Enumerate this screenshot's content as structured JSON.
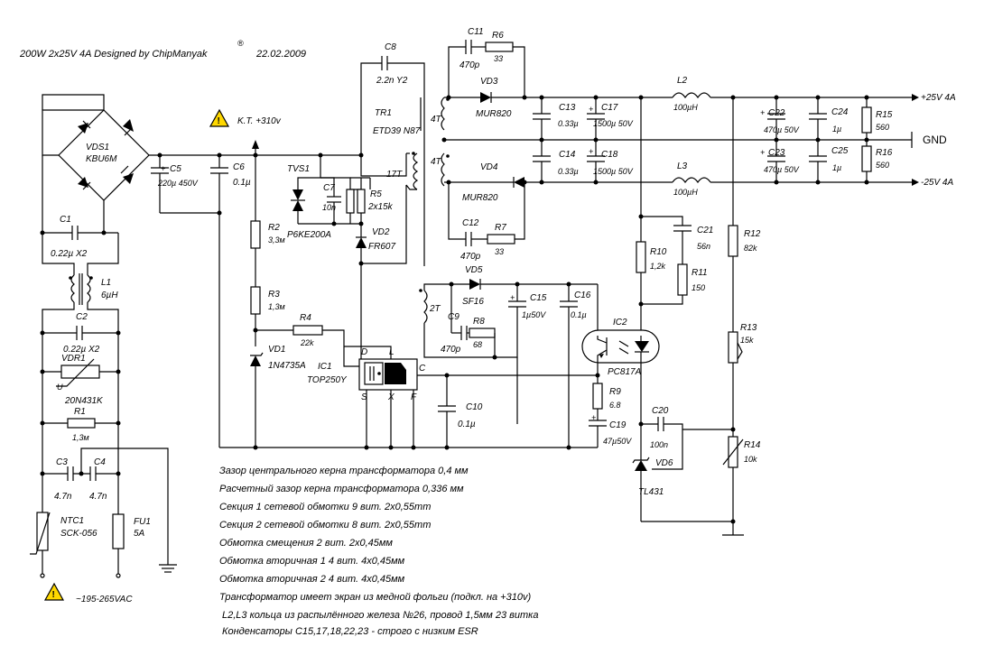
{
  "title": "200W 2x25V 4A Designed by ChipManyak",
  "title_mark": "®",
  "date": "22.02.2009",
  "kt_label": "K.T. +310v",
  "ac_label": "~195-265VAC",
  "out_pos": "+25V 4A",
  "out_neg": "-25V 4A",
  "out_gnd": "GND",
  "comp": {
    "vds1_ref": "VDS1",
    "vds1_val": "KBU6M",
    "c5_ref": "C5",
    "c5_val": "220µ 450V",
    "c6_ref": "C6",
    "c6_val": "0.1µ",
    "c1_ref": "C1",
    "c1_val": "0.22µ X2",
    "l1_ref": "L1",
    "l1_val": "6µH",
    "c2_ref": "C2",
    "c2_val": "0.22µ X2",
    "vdr1_ref": "VDR1",
    "vdr1_u": "U",
    "vdr1_val": "20N431K",
    "r1_ref": "R1",
    "r1_val": "1,3м",
    "c3_ref": "C3",
    "c3_val": "4.7n",
    "c4_ref": "C4",
    "c4_val": "4.7n",
    "ntc1_ref": "NTC1",
    "ntc1_val": "SCK-056",
    "fu1_ref": "FU1",
    "fu1_val": "5A",
    "r2_ref": "R2",
    "r2_val": "3,3м",
    "r3_ref": "R3",
    "r3_val": "1,3м",
    "r4_ref": "R4",
    "r4_val": "22k",
    "vd1_ref": "VD1",
    "vd1_val": "1N4735A",
    "tvs1_ref": "TVS1",
    "tvs1_val": "P6KE200A",
    "c7_ref": "C7",
    "c7_val": "10n",
    "r5_ref": "R5",
    "r5_val": "2x15k",
    "vd2_ref": "VD2",
    "vd2_val": "FR607",
    "ic1_ref": "IC1",
    "ic1_val": "TOP250Y",
    "ic1_d": "D",
    "ic1_l": "L",
    "ic1_c": "C",
    "ic1_s": "S",
    "ic1_x": "X",
    "ic1_f": "F",
    "c8_ref": "C8",
    "c8_val": "2.2n Y2",
    "tr1_ref": "TR1",
    "tr1_val": "ETD39 N87",
    "w17": "17T",
    "w4a": "4T",
    "w4b": "4T",
    "w2": "2T",
    "c11_ref": "C11",
    "c11_val": "470p",
    "r6_ref": "R6",
    "r6_val": "33",
    "vd3_ref": "VD3",
    "vd3_val": "MUR820",
    "c13_ref": "C13",
    "c13_val": "0.33µ",
    "c17_ref": "C17",
    "c17_val": "1500µ 50V",
    "c14_ref": "C14",
    "c14_val": "0.33µ",
    "c18_ref": "C18",
    "c18_val": "1500µ 50V",
    "vd4_ref": "VD4",
    "vd4_val": "MUR820",
    "c12_ref": "C12",
    "c12_val": "470p",
    "r7_ref": "R7",
    "r7_val": "33",
    "l2_ref": "L2",
    "l2_val": "100µH",
    "l3_ref": "L3",
    "l3_val": "100µH",
    "c22_ref": "C22",
    "c22_val": "470µ 50V",
    "c23_ref": "C23",
    "c23_val": "470µ 50V",
    "c24_ref": "C24",
    "c24_val": "1µ",
    "c25_ref": "C25",
    "c25_val": "1µ",
    "r15_ref": "R15",
    "r15_val": "560",
    "r16_ref": "R16",
    "r16_val": "560",
    "vd5_ref": "VD5",
    "vd5_val": "SF16",
    "c15_ref": "C15",
    "c15_val": "1µ50V",
    "c16_ref": "C16",
    "c16_val": "0.1µ",
    "c9_ref": "C9",
    "c9_val": "470p",
    "r8_ref": "R8",
    "r8_val": "68",
    "c10_ref": "C10",
    "c10_val": "0.1µ",
    "r9_ref": "R9",
    "r9_val": "6.8",
    "c19_ref": "C19",
    "c19_val": "47µ50V",
    "ic2_ref": "IC2",
    "ic2_val": "PC817A",
    "r10_ref": "R10",
    "r10_val": "1,2k",
    "r11_ref": "R11",
    "r11_val": "150",
    "c21_ref": "C21",
    "c21_val": "56n",
    "r12_ref": "R12",
    "r12_val": "82k",
    "r13_ref": "R13",
    "r13_val": "15k",
    "c20_ref": "C20",
    "c20_val": "100n",
    "vd6_ref": "VD6",
    "vd6_val": "TL431",
    "r14_ref": "R14",
    "r14_val": "10k",
    "plus": "+"
  },
  "notes": [
    "Зазор центрального керна трансформатора 0,4 мм",
    "Расчетный зазор керна трансформатора 0,336 мм",
    "Секция 1 сетевой обмотки 9 вит. 2x0,55mm",
    "Секция 2 сетевой обмотки 8 вит. 2x0,55mm",
    "Обмотка смещения 2 вит. 2x0,45мм",
    "Обмотка вторичная 1 4 вит. 4x0,45мм",
    "Обмотка вторичная 2 4 вит. 4x0,45мм",
    "Трансформатор имеет экран из медной фольги (подкл. на +310v)",
    "L2,L3 кольца из распылённого железа №26, провод 1,5мм 23 витка",
    "Конденсаторы C15,17,18,22,23 - строго с низким ESR"
  ]
}
